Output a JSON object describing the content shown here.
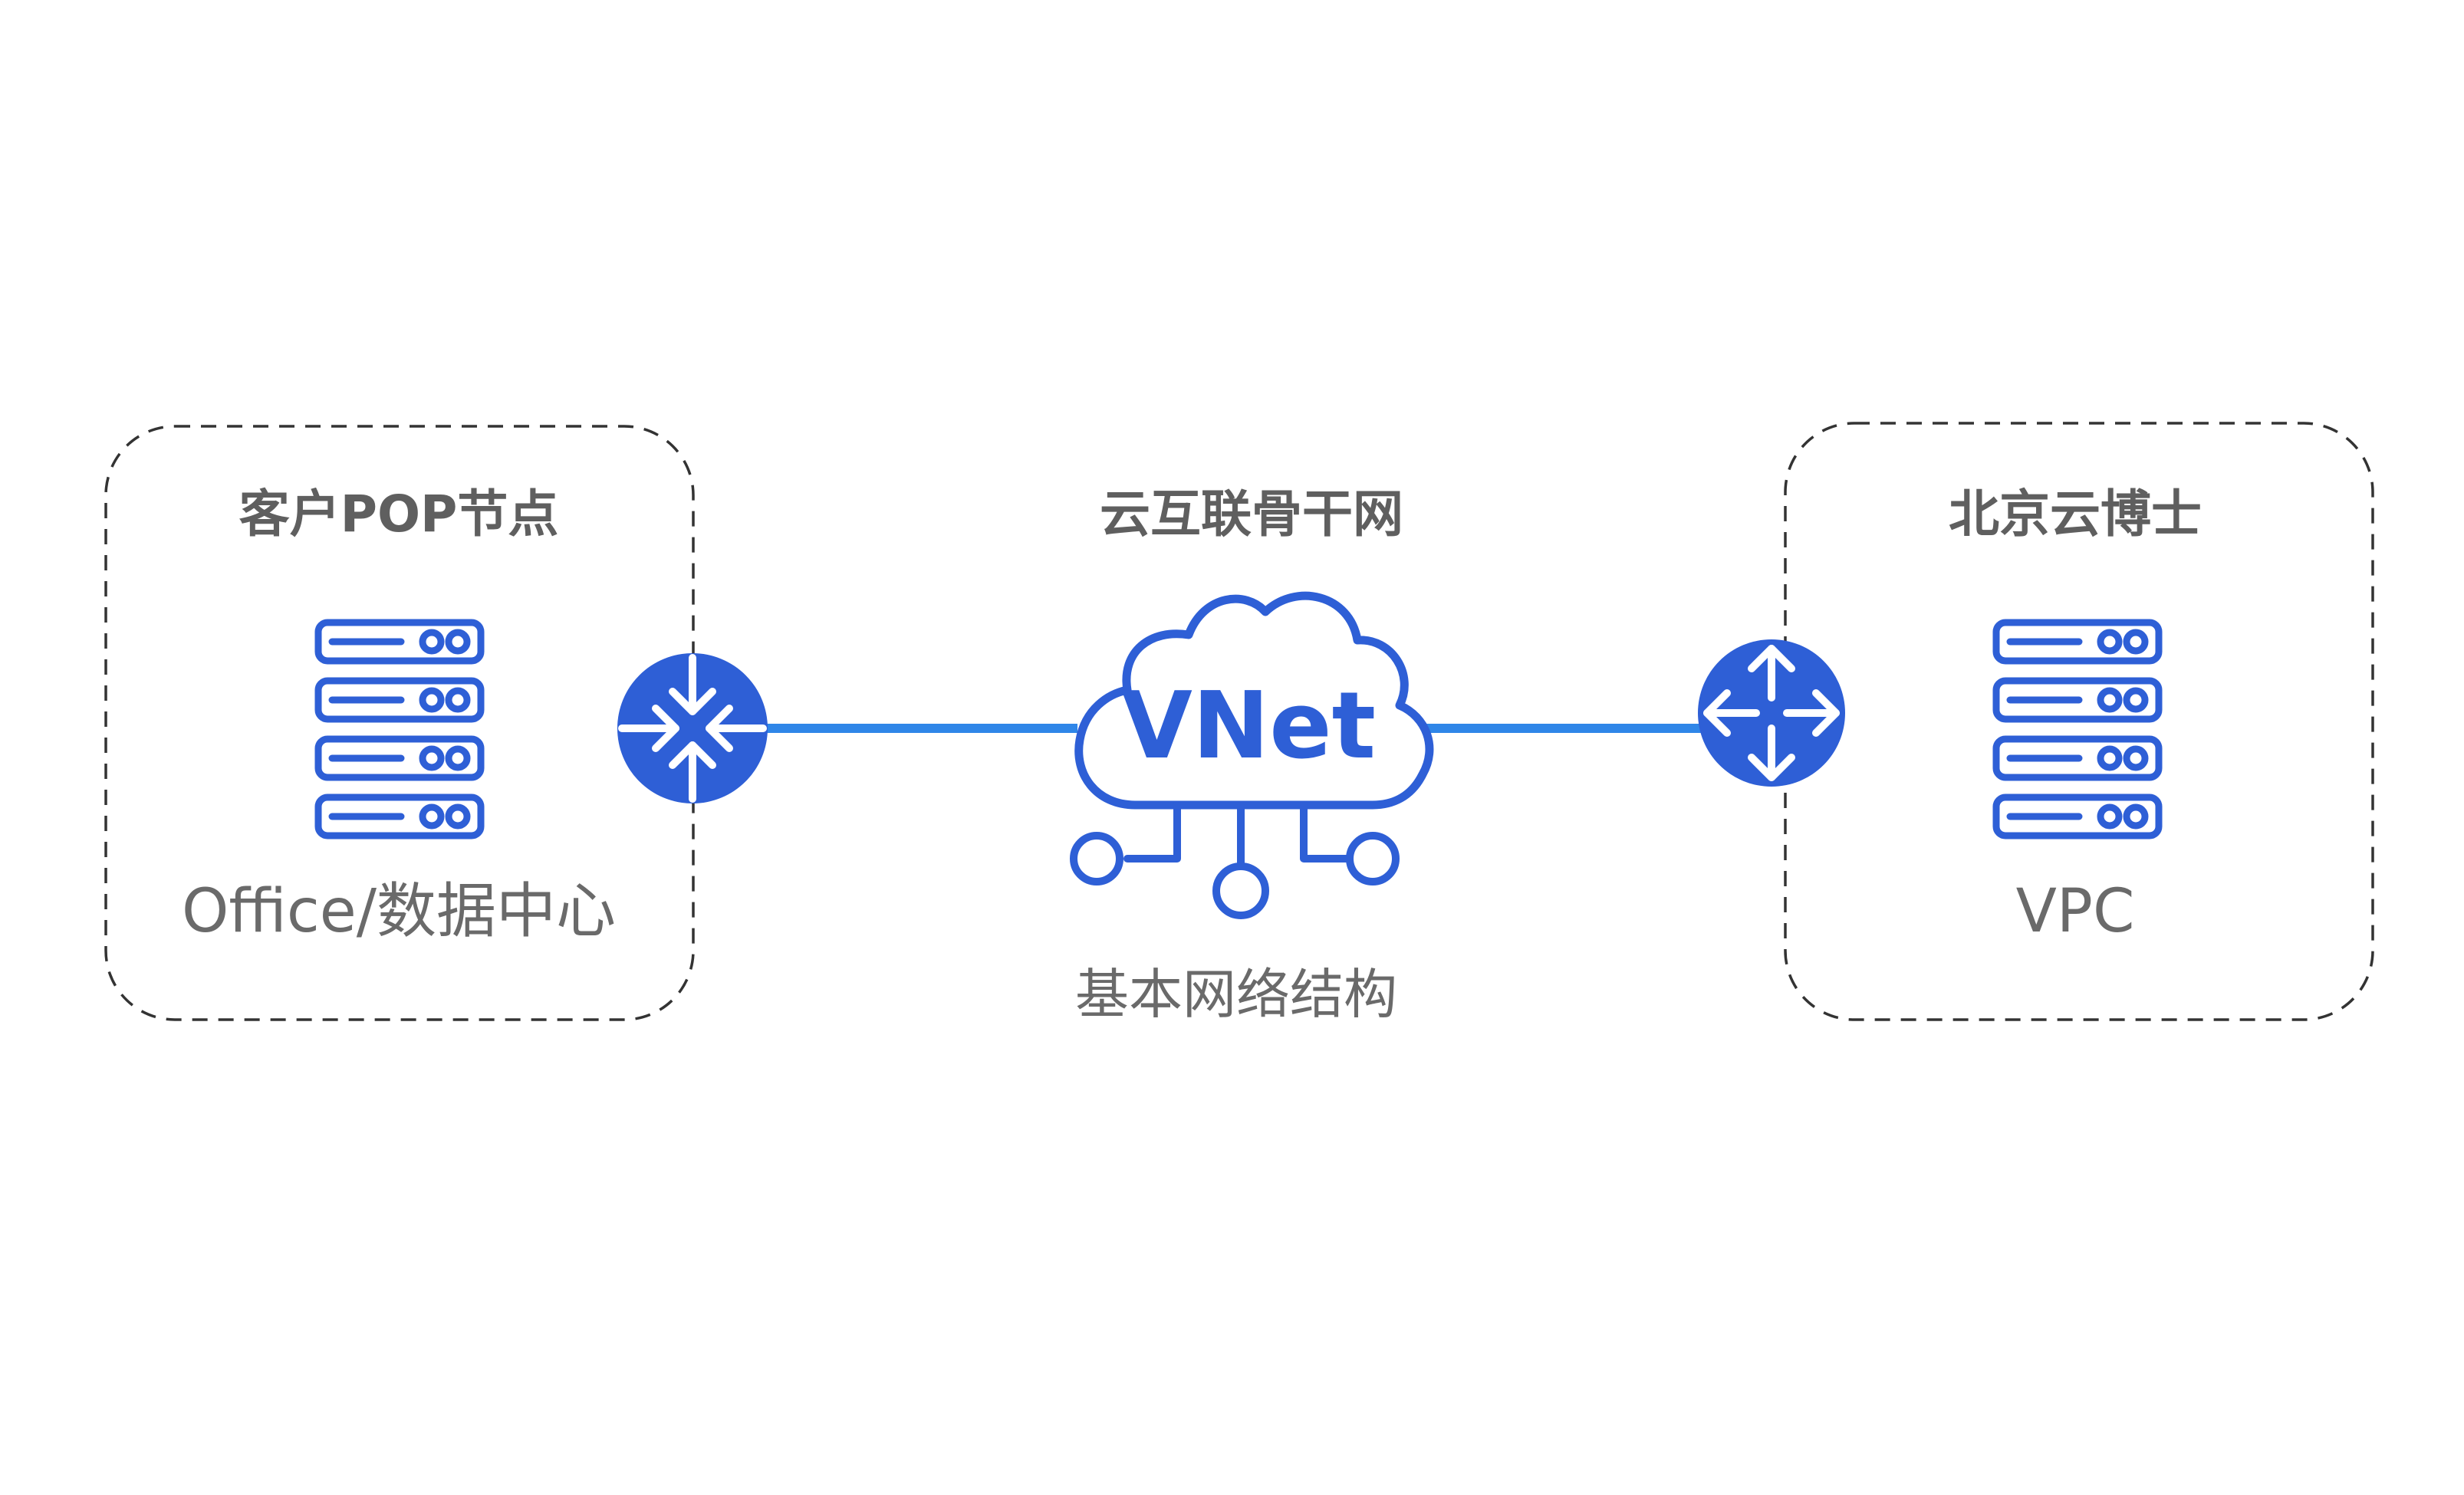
{
  "left_group": {
    "title": "客户POP节点",
    "label": "Office/数据中心"
  },
  "center": {
    "title": "云互联骨干网",
    "cloud_label": "VNet",
    "caption": "基本网络结构"
  },
  "right_group": {
    "title": "北京云博士",
    "label": "VPC"
  },
  "icons": {
    "left_server": "server-rack-icon",
    "left_node": "switch-compress-icon",
    "cloud": "cloud-network-icon",
    "right_node": "router-arrows-icon",
    "right_server": "server-rack-icon"
  },
  "colors": {
    "accent": "#2e5fd6",
    "link": "#2f86e8",
    "text": "#5f5f5f",
    "border": "#333333"
  }
}
